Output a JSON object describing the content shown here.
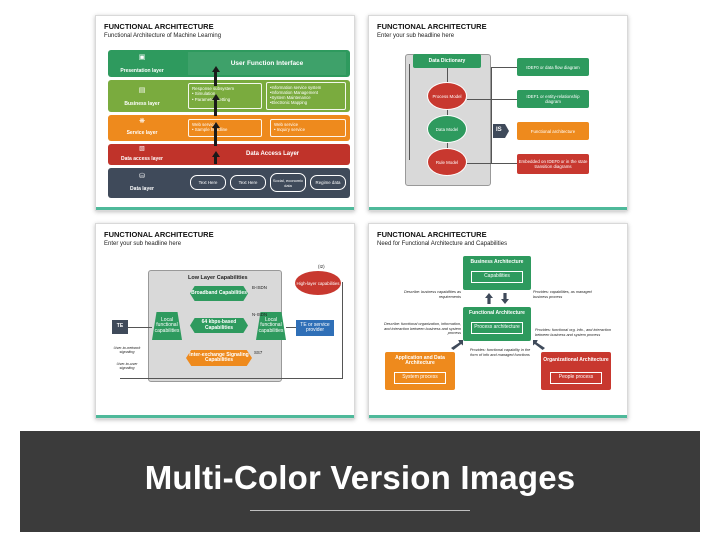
{
  "slides": [
    {
      "title": "FUNCTIONAL ARCHITECTURE",
      "subtitle": "Functional Architecture of Machine Learning",
      "layers": {
        "presentation": {
          "label": "Presentation layer",
          "box": "User Function Interface"
        },
        "business": {
          "label": "Business layer",
          "left": "Response subsystem\n• Simulation\n• Parameter Setting",
          "right": "•Information service system\n•Information Management\n•System Maintenance\n•Electronic Mapping"
        },
        "service": {
          "label": "Service layer",
          "left": "Web service\n• Sample headline",
          "right": "Web service\n• Inquiry service"
        },
        "data_access": {
          "label": "Data access layer",
          "box": "Data Access Layer"
        },
        "data": {
          "label": "Data layer",
          "pills": [
            "Text Here",
            "Text Here",
            "Social, economic data",
            "Regime data"
          ]
        }
      },
      "colors": {
        "presentation": "#2e9a5e",
        "business": "#7aab3e",
        "service": "#ee8a1d",
        "data_access": "#c0332a",
        "data": "#3f4a5a"
      }
    },
    {
      "title": "FUNCTIONAL ARCHITECTURE",
      "subtitle": "Enter your sub headline here",
      "data_dictionary": "Data Dictionary",
      "process_model": "Process Model",
      "data_model": "Data Model",
      "rule_model": "Rule Model",
      "is_label": "IS",
      "right_boxes": [
        "IDEF0 or data flow diagram",
        "IDEF1 or entity-relationship diagram",
        "Functional architecture",
        "Embedded on IDEF0 or in the state transition diagrams"
      ]
    },
    {
      "title": "FUNCTIONAL ARCHITECTURE",
      "subtitle": "Enter your sub headline here",
      "capabilities_title": "Low Layer Capabilities",
      "broadband": "Broadband Capabilities",
      "kbps": "64 kbps-based Capabilities",
      "interexchange": "Inter-exchange Signaling Capabilities",
      "local_left": "Local functional capabilities",
      "local_right": "Local functional capabilities",
      "high_layer": "High-layer capabilities",
      "te_left": "TE",
      "te_right": "TE or service provider",
      "b_isdn": "B-ISDN",
      "n_isdn": "N-ISDN",
      "ss7": "SS7",
      "i2": "(I2)",
      "user_network": "User-to-network signaling",
      "user_user": "User-to-user signaling"
    },
    {
      "title": "FUNCTIONAL ARCHITECTURE",
      "subtitle": "Need for Functional Architecture and Capabilities",
      "business_arch": "Business Architecture",
      "capabilities": "Capabilities",
      "functional_arch": "Functional Architecture",
      "process_arch": "Process architecture",
      "app_data_arch": "Application and Data Architecture",
      "system_process": "System process",
      "org_arch": "Organizational Architecture",
      "people_process": "People process",
      "desc_business": "Describe: business capabilities as requirements",
      "provides_capabilities": "Provides: capabilities, as managed business process",
      "desc_functional": "Describe: functional organization, information, and interaction between business and system process",
      "provides_functional": "Provides: functional org. info., and interaction between business and system process",
      "provides_capability": "Provides: functional capability in the form of info and managed functions"
    }
  ],
  "banner": {
    "text": "Multi-Color Version Images",
    "background": "#3b3b3b"
  }
}
